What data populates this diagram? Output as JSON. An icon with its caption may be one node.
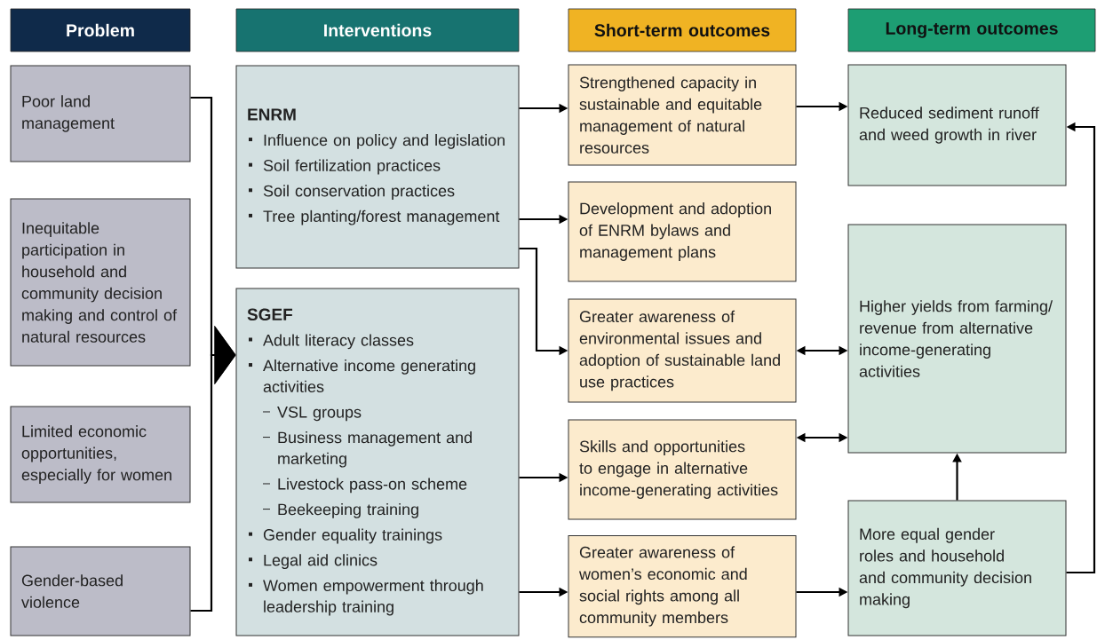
{
  "diagram": {
    "nodes": [
      {
        "text": [
          "Problem"
        ]
      },
      {
        "text": [
          "Interventions"
        ]
      },
      {
        "text": [
          "Short-term outcomes"
        ]
      },
      {
        "text": [
          "Long-term outcomes"
        ]
      },
      {
        "text": [
          "Poor land management"
        ]
      },
      {
        "text": [
          "Inequitable participation in household and community decision making and control of natural resources"
        ]
      },
      {
        "text": [
          "Limited economic opportunities, especially for women"
        ]
      },
      {
        "text": [
          "Gender-based violence"
        ]
      },
      {
        "text": [
          "ENRM",
          "Influence on policy and legislation",
          "Soil fertilization practices",
          "Soil conservation practices",
          "Tree planting/forest management"
        ]
      },
      {
        "text": [
          "SGEF",
          "Adult literacy classes",
          "Alternative income generating activities",
          "VSL groups",
          "Business management and marketing",
          "Livestock pass-on scheme",
          "Beekeeping training",
          "Gender equality trainings",
          "Legal aid clinics",
          "Women empowerment through leadership training"
        ]
      },
      {
        "text": [
          "Strengthened capacity in sustainable and equitable management of natural resources"
        ]
      },
      {
        "text": [
          "Development and adoption of ENRM bylaws and management plans"
        ]
      },
      {
        "text": [
          "Greater awareness of environmental issues and adoption of sustainable land use practices"
        ]
      },
      {
        "text": [
          "Skills and opportunities to engage in alternative income-generating activities"
        ]
      },
      {
        "text": [
          "Greater awareness of women’s economic and social rights among all community members"
        ]
      },
      {
        "text": [
          "Reduced sediment runoff and weed growth in river"
        ]
      },
      {
        "text": [
          "Higher yields from farming/ revenue from alternative income-generating activities"
        ]
      },
      {
        "text": [
          "More equal gender roles and household and community decision making"
        ]
      }
    ],
    "edges": [
      {
        "from": 4,
        "to": 9,
        "arrow": "to"
      },
      {
        "from": 7,
        "to": 9,
        "arrow": "to"
      },
      {
        "from": 8,
        "to": 10,
        "arrow": "to"
      },
      {
        "from": 8,
        "to": 11,
        "arrow": "to"
      },
      {
        "from": 8,
        "to": 12,
        "arrow": "to"
      },
      {
        "from": 9,
        "to": 13,
        "arrow": "to"
      },
      {
        "from": 9,
        "to": 14,
        "arrow": "to"
      },
      {
        "from": 10,
        "to": 15,
        "arrow": "to"
      },
      {
        "from": 12,
        "to": 16,
        "arrow": "both"
      },
      {
        "from": 13,
        "to": 16,
        "arrow": "both"
      },
      {
        "from": 14,
        "to": 17,
        "arrow": "to"
      },
      {
        "from": 17,
        "to": 16,
        "arrow": "to"
      },
      {
        "from": 17,
        "to": 15,
        "arrow": "to"
      }
    ]
  }
}
